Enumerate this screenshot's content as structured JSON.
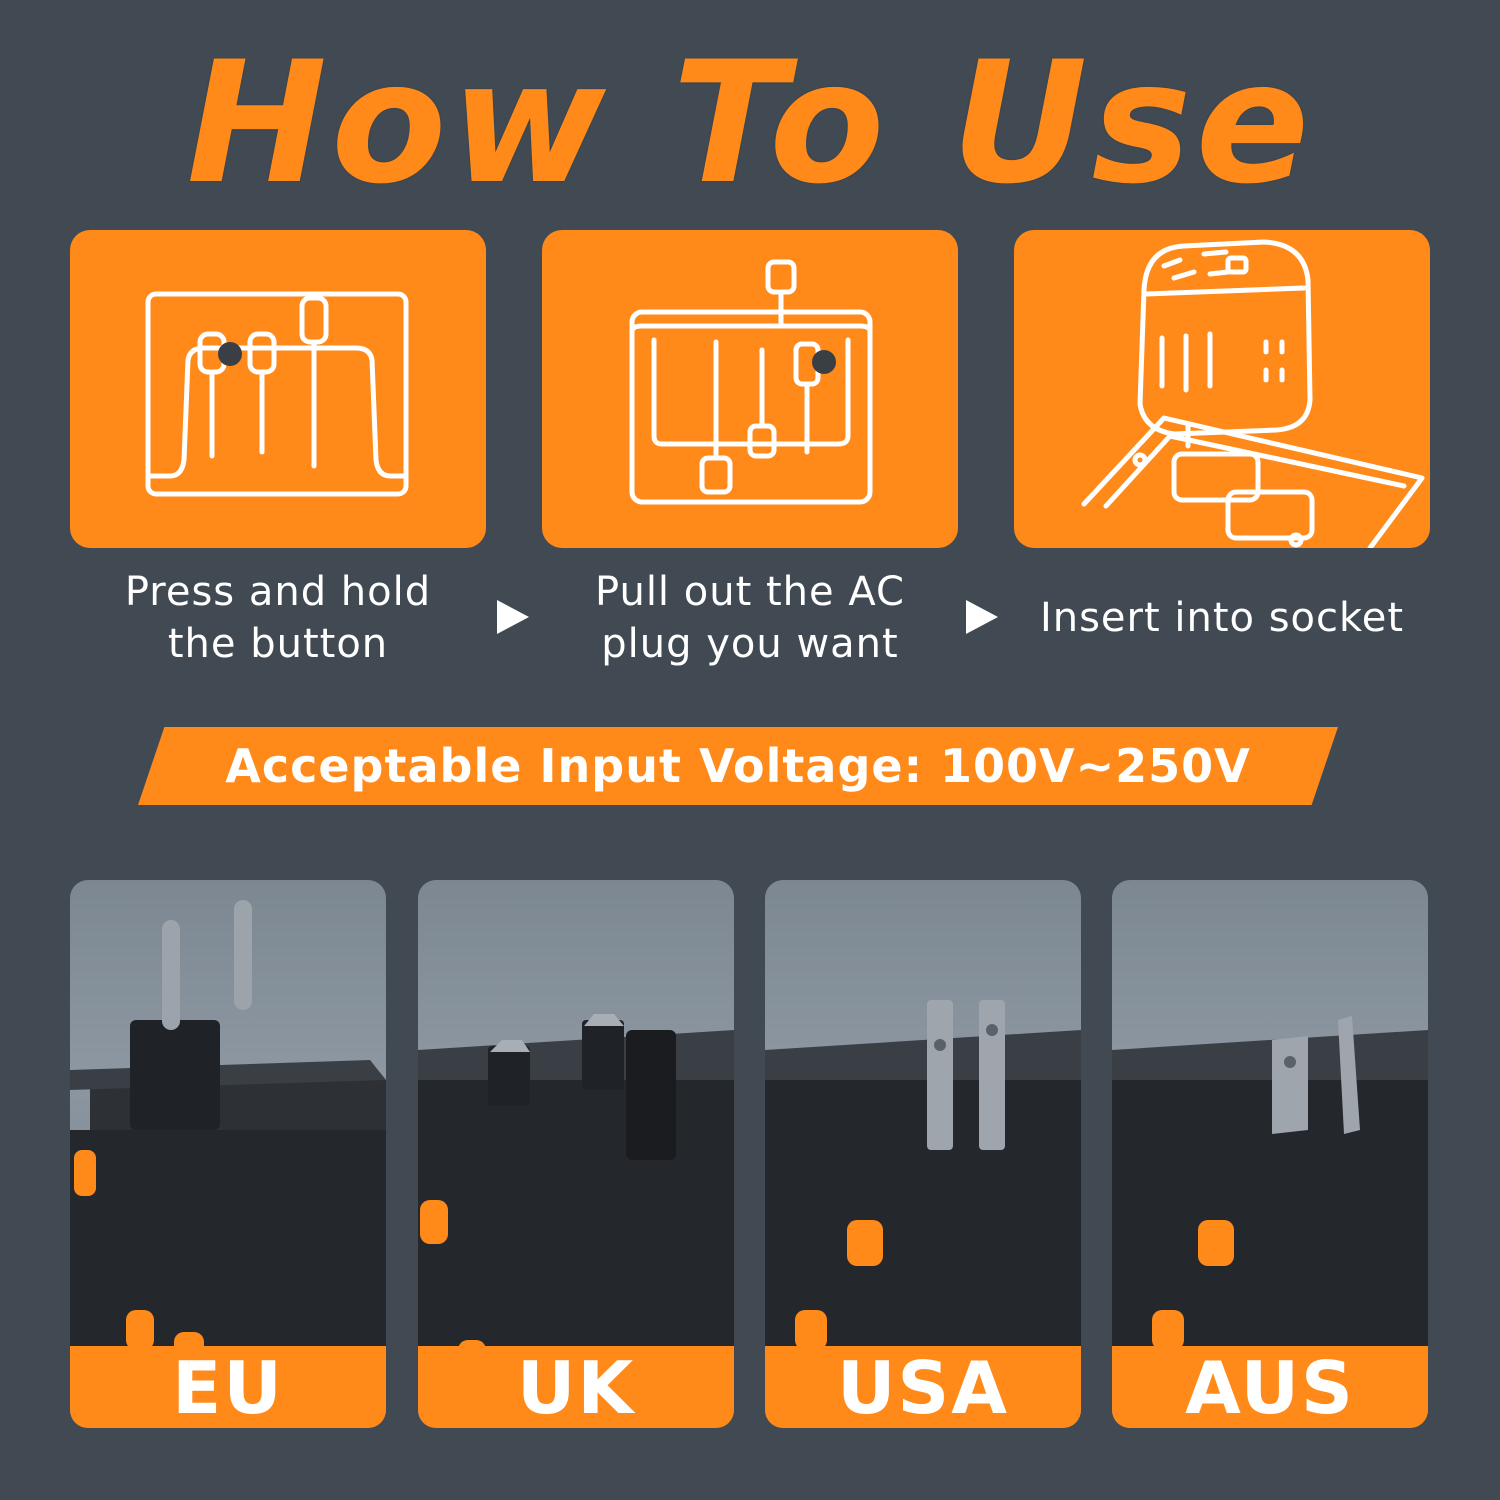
{
  "title": "How To Use",
  "steps": [
    {
      "label_line1": "Press and hold",
      "label_line2": "the button",
      "icon": "press-button-icon"
    },
    {
      "label_line1": "Pull out the AC",
      "label_line2": "plug you want",
      "icon": "pull-plug-icon"
    },
    {
      "label_line1": "Insert into socket",
      "label_line2": "",
      "icon": "insert-socket-icon"
    }
  ],
  "voltage": "Acceptable Input Voltage: 100V~250V",
  "plugs": [
    {
      "label": "EU",
      "icon": "eu-plug-icon"
    },
    {
      "label": "UK",
      "icon": "uk-plug-icon"
    },
    {
      "label": "USA",
      "icon": "usa-plug-icon"
    },
    {
      "label": "AUS",
      "icon": "aus-plug-icon"
    }
  ],
  "colors": {
    "accent": "#ff8a1a",
    "background": "#414a53",
    "text": "#ffffff"
  }
}
